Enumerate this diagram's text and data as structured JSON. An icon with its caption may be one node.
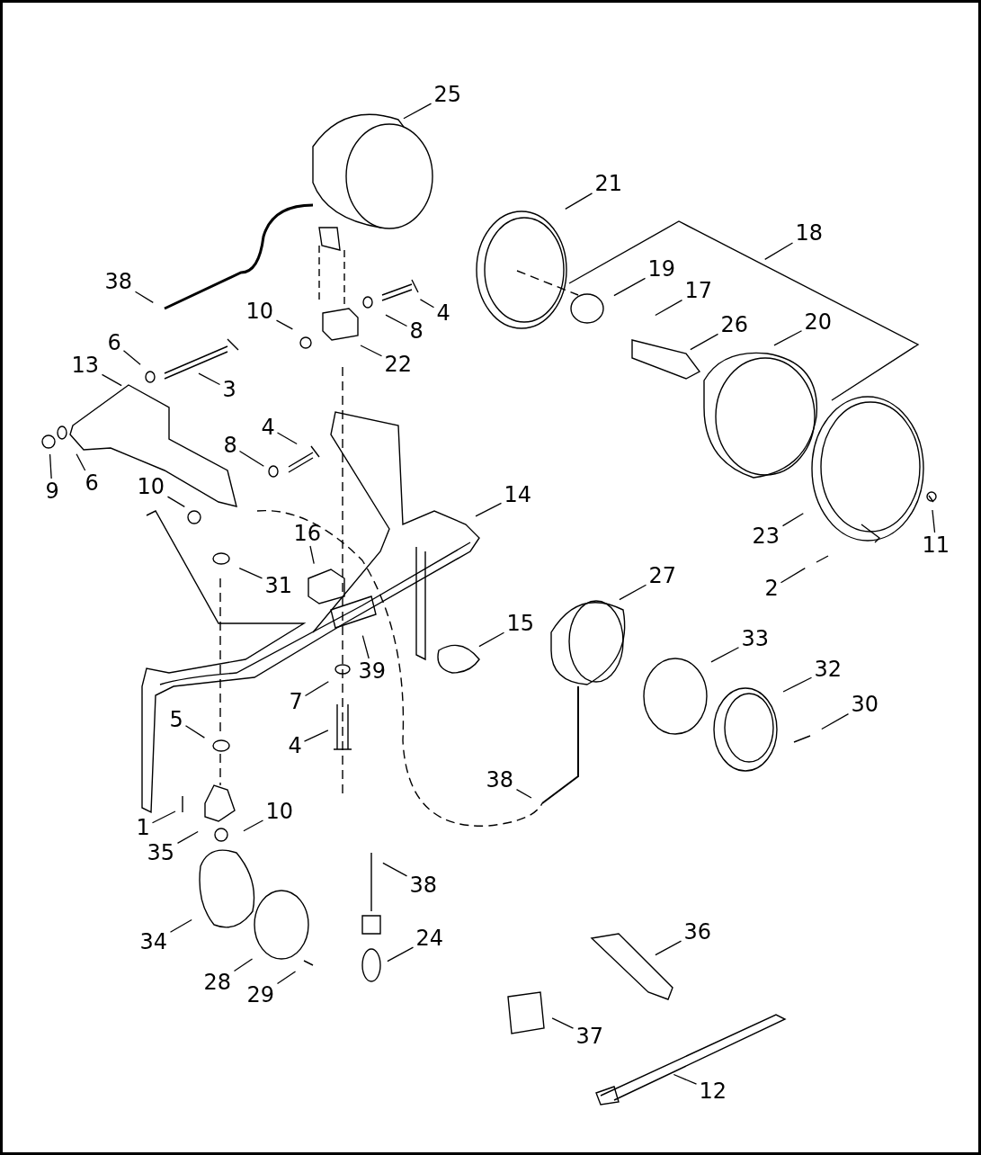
{
  "diagram": {
    "nodes": [
      {
        "text": [
          "25"
        ]
      },
      {
        "text": [
          "21"
        ]
      },
      {
        "text": [
          "18"
        ]
      },
      {
        "text": [
          "38"
        ]
      },
      {
        "text": [
          "19"
        ]
      },
      {
        "text": [
          "17"
        ]
      },
      {
        "text": [
          "10"
        ]
      },
      {
        "text": [
          "4"
        ]
      },
      {
        "text": [
          "8"
        ]
      },
      {
        "text": [
          "26"
        ]
      },
      {
        "text": [
          "20"
        ]
      },
      {
        "text": [
          "6"
        ]
      },
      {
        "text": [
          "13"
        ]
      },
      {
        "text": [
          "3"
        ]
      },
      {
        "text": [
          "22"
        ]
      },
      {
        "text": [
          "4"
        ]
      },
      {
        "text": [
          "8"
        ]
      },
      {
        "text": [
          "9"
        ]
      },
      {
        "text": [
          "6"
        ]
      },
      {
        "text": [
          "10"
        ]
      },
      {
        "text": [
          "14"
        ]
      },
      {
        "text": [
          "23"
        ]
      },
      {
        "text": [
          "11"
        ]
      },
      {
        "text": [
          "16"
        ]
      },
      {
        "text": [
          "31"
        ]
      },
      {
        "text": [
          "27"
        ]
      },
      {
        "text": [
          "2"
        ]
      },
      {
        "text": [
          "15"
        ]
      },
      {
        "text": [
          "33"
        ]
      },
      {
        "text": [
          "39"
        ]
      },
      {
        "text": [
          "32"
        ]
      },
      {
        "text": [
          "7"
        ]
      },
      {
        "text": [
          "30"
        ]
      },
      {
        "text": [
          "5"
        ]
      },
      {
        "text": [
          "4"
        ]
      },
      {
        "text": [
          "38"
        ]
      },
      {
        "text": [
          "1"
        ]
      },
      {
        "text": [
          "10"
        ]
      },
      {
        "text": [
          "35"
        ]
      },
      {
        "text": [
          "38"
        ]
      },
      {
        "text": [
          "34"
        ]
      },
      {
        "text": [
          "24"
        ]
      },
      {
        "text": [
          "36"
        ]
      },
      {
        "text": [
          "28"
        ]
      },
      {
        "text": [
          "29"
        ]
      },
      {
        "text": [
          "37"
        ]
      },
      {
        "text": [
          "12"
        ]
      }
    ],
    "edges": [
      {
        "from": 0,
        "to": null,
        "arrow": "none"
      },
      {
        "from": 1,
        "to": null,
        "arrow": "none"
      },
      {
        "from": 2,
        "to": null,
        "arrow": "none"
      },
      {
        "from": 3,
        "to": null,
        "arrow": "none"
      },
      {
        "from": 4,
        "to": null,
        "arrow": "none"
      },
      {
        "from": 5,
        "to": null,
        "arrow": "none"
      },
      {
        "from": 6,
        "to": null,
        "arrow": "none"
      },
      {
        "from": 7,
        "to": null,
        "arrow": "none"
      },
      {
        "from": 8,
        "to": null,
        "arrow": "none"
      },
      {
        "from": 9,
        "to": null,
        "arrow": "none"
      },
      {
        "from": 10,
        "to": null,
        "arrow": "none"
      },
      {
        "from": 11,
        "to": null,
        "arrow": "none"
      },
      {
        "from": 12,
        "to": null,
        "arrow": "none"
      },
      {
        "from": 13,
        "to": null,
        "arrow": "none"
      },
      {
        "from": 14,
        "to": null,
        "arrow": "none"
      },
      {
        "from": 15,
        "to": null,
        "arrow": "none"
      },
      {
        "from": 16,
        "to": null,
        "arrow": "none"
      },
      {
        "from": 17,
        "to": null,
        "arrow": "none"
      },
      {
        "from": 18,
        "to": null,
        "arrow": "none"
      },
      {
        "from": 19,
        "to": null,
        "arrow": "none"
      },
      {
        "from": 20,
        "to": null,
        "arrow": "none"
      },
      {
        "from": 21,
        "to": null,
        "arrow": "none"
      },
      {
        "from": 22,
        "to": null,
        "arrow": "none"
      },
      {
        "from": 23,
        "to": null,
        "arrow": "none"
      },
      {
        "from": 24,
        "to": null,
        "arrow": "none"
      },
      {
        "from": 25,
        "to": null,
        "arrow": "none"
      },
      {
        "from": 26,
        "to": null,
        "arrow": "none"
      },
      {
        "from": 27,
        "to": null,
        "arrow": "none"
      },
      {
        "from": 28,
        "to": null,
        "arrow": "none"
      },
      {
        "from": 29,
        "to": null,
        "arrow": "none"
      },
      {
        "from": 30,
        "to": null,
        "arrow": "none"
      },
      {
        "from": 31,
        "to": null,
        "arrow": "none"
      },
      {
        "from": 32,
        "to": null,
        "arrow": "none"
      },
      {
        "from": 33,
        "to": null,
        "arrow": "none"
      },
      {
        "from": 34,
        "to": null,
        "arrow": "none"
      },
      {
        "from": 35,
        "to": null,
        "arrow": "none"
      },
      {
        "from": 36,
        "to": null,
        "arrow": "none"
      },
      {
        "from": 37,
        "to": null,
        "arrow": "none"
      },
      {
        "from": 38,
        "to": null,
        "arrow": "none"
      },
      {
        "from": 39,
        "to": null,
        "arrow": "none"
      },
      {
        "from": 40,
        "to": null,
        "arrow": "none"
      },
      {
        "from": 41,
        "to": null,
        "arrow": "none"
      },
      {
        "from": 42,
        "to": null,
        "arrow": "none"
      },
      {
        "from": 43,
        "to": null,
        "arrow": "none"
      },
      {
        "from": 44,
        "to": null,
        "arrow": "none"
      },
      {
        "from": 45,
        "to": null,
        "arrow": "none"
      },
      {
        "from": 46,
        "to": null,
        "arrow": "none"
      }
    ]
  }
}
